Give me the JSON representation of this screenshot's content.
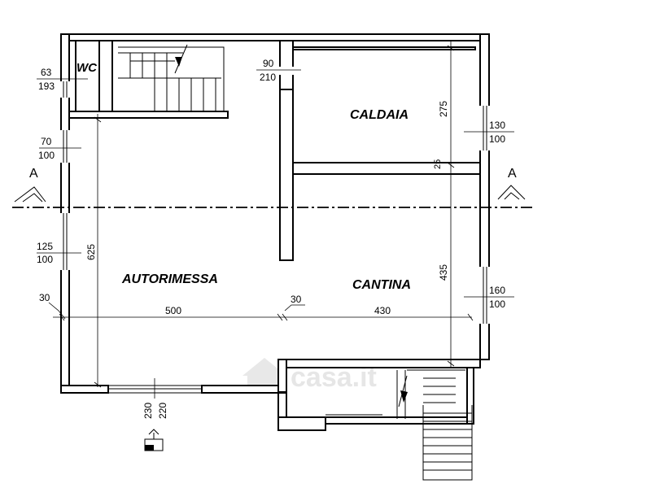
{
  "rooms": {
    "wc": "WC",
    "caldaia": "CALDAIA",
    "autorimessa": "AUTORIMESSA",
    "cantina": "CANTINA"
  },
  "windows": {
    "wc": {
      "width": "63",
      "height": "193"
    },
    "stair_door": {
      "width": "90",
      "height": "210"
    },
    "left_upper": {
      "width": "70",
      "height": "100"
    },
    "left_lower": {
      "width": "125",
      "height": "100"
    },
    "right_upper": {
      "width": "130",
      "height": "100"
    },
    "right_lower": {
      "width": "160",
      "height": "100"
    },
    "garage_door": {
      "width": "230",
      "height": "220"
    }
  },
  "dimensions": {
    "caldaia_depth": "275",
    "partition": "25",
    "autorimessa_depth": "625",
    "cantina_depth": "435",
    "autorimessa_width": "500",
    "cantina_width": "430",
    "wall_left": "30",
    "wall_mid": "30"
  },
  "section_marks": {
    "left": "A",
    "right": "A"
  },
  "watermark": "casa.it"
}
